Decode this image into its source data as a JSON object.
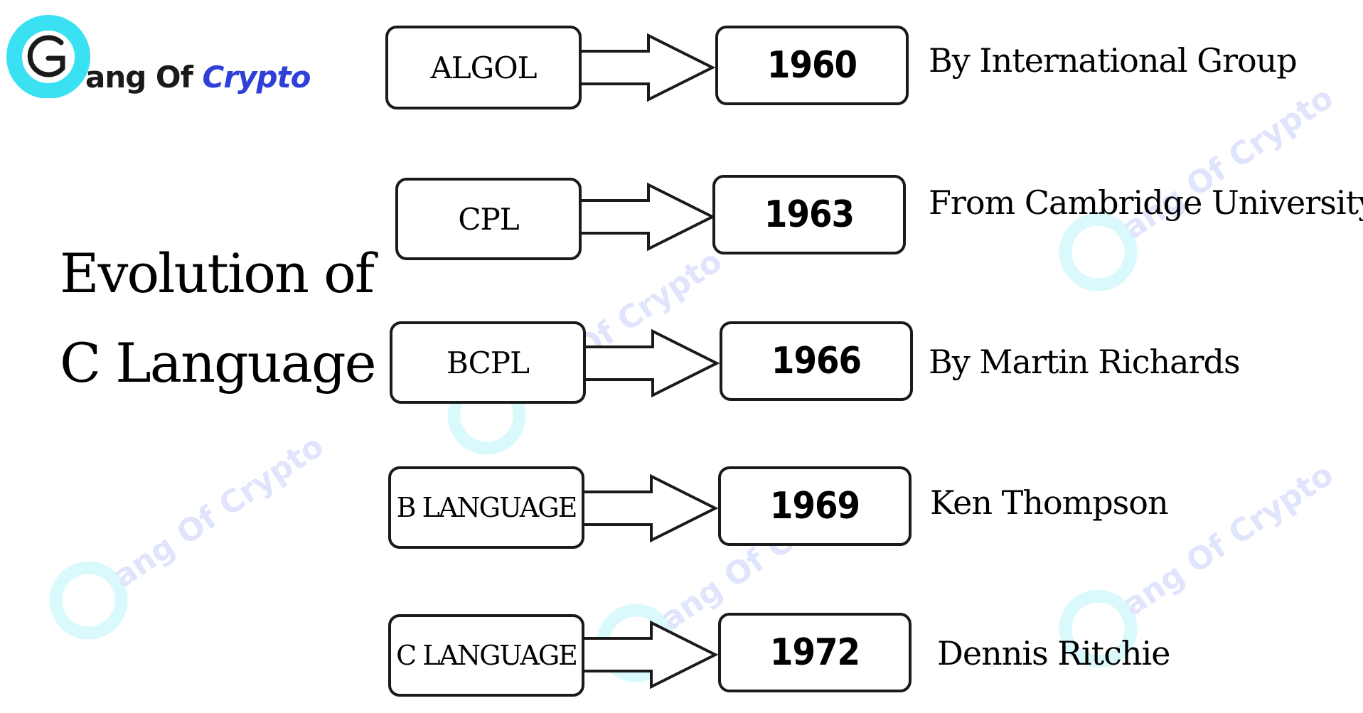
{
  "logo": {
    "name": "ang Of",
    "brand": "Crypto",
    "colors": {
      "ring": "#39e1f2",
      "letter": "#1a1a1a",
      "brand": "#2f40d8"
    }
  },
  "title": {
    "line1": "Evolution of",
    "line2": "C Language"
  },
  "timeline": [
    {
      "language": "ALGOL",
      "year": "1960",
      "description": "By International Group"
    },
    {
      "language": "CPL",
      "year": "1963",
      "description": "From Cambridge University"
    },
    {
      "language": "BCPL",
      "year": "1966",
      "description": "By Martin Richards"
    },
    {
      "language": "B LANGUAGE",
      "year": "1969",
      "description": "Ken Thompson"
    },
    {
      "language": "C LANGUAGE",
      "year": "1972",
      "description": "Dennis Ritchie"
    }
  ],
  "watermark": {
    "text": "ang Of Crypto",
    "color": "#5b6cf0",
    "ring_color": "#39e1f2"
  }
}
